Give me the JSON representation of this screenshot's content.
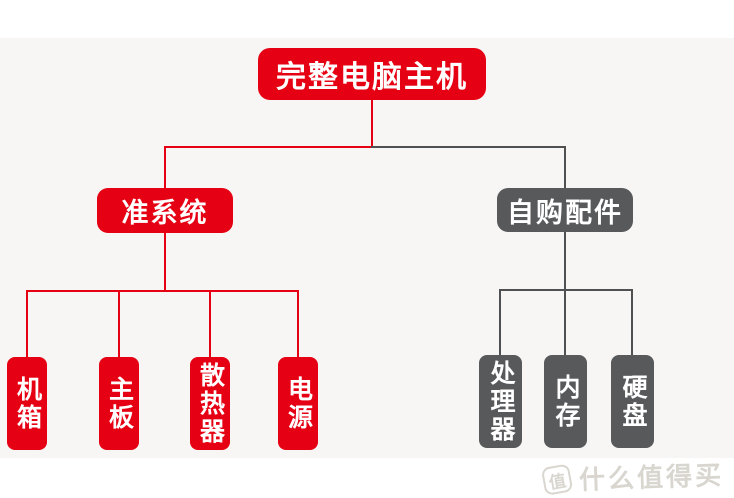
{
  "colors": {
    "red": "#e60013",
    "dark_box": "#58595b",
    "dark_line": "#4f5052",
    "background_band": "#f7f6f4",
    "watermark": "#d9d6d0"
  },
  "tree": {
    "root": {
      "label": "完整电脑主机"
    },
    "left": {
      "label": "准系统",
      "children": [
        {
          "label": "机箱"
        },
        {
          "label": "主板"
        },
        {
          "label": "散热器"
        },
        {
          "label": "电源"
        }
      ]
    },
    "right": {
      "label": "自购配件",
      "children": [
        {
          "label": "处理器"
        },
        {
          "label": "内存"
        },
        {
          "label": "硬盘"
        }
      ]
    }
  },
  "watermark": {
    "badge": "值",
    "text": "什么值得买"
  }
}
